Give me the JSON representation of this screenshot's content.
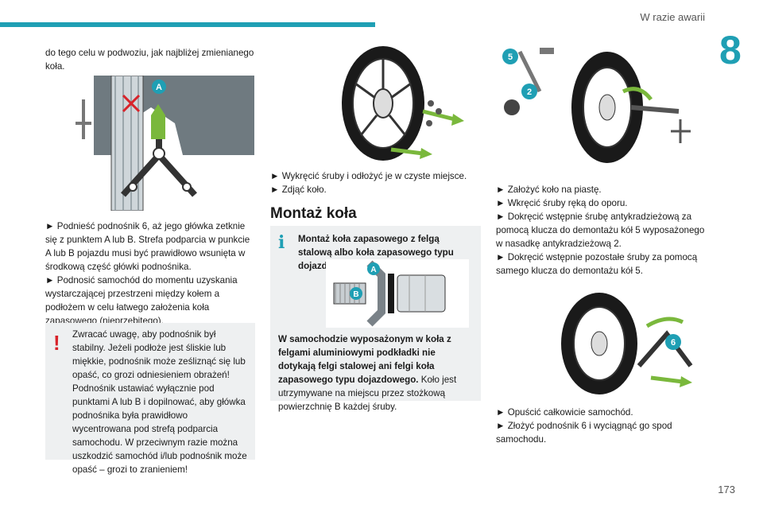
{
  "header": {
    "title": "W razie awarii",
    "chapter": "8",
    "page_number": "173"
  },
  "col1": {
    "intro": "do tego celu w podwoziu, jak najbliżej zmienianego koła.",
    "step1": "Podnieść podnośnik 6, aż jego główka zetknie się z punktem A lub B. Strefa podparcia w punkcie A lub B pojazdu musi być prawidłowo wsunięta w środkową część główki podnośnika.",
    "step2": "Podnosić samochód do momentu uzyskania wystarczającej przestrzeni między kołem a podłożem w celu łatwego założenia koła zapasowego (nieprzebitego).",
    "figure_labels": {
      "a": "A"
    }
  },
  "warning": {
    "icon": "!",
    "text1": "Zwracać uwagę, aby podnośnik był stabilny. Jeżeli podłoże jest śliskie lub miękkie, podnośnik może ześliznąć się lub opaść, co grozi odniesieniem obrażeń!",
    "text2": "Podnośnik ustawiać wyłącznie pod punktami A lub B i dopilnować, aby główka podnośnika była prawidłowo wycentrowana pod strefą podparcia samochodu. W przeciwnym razie można uszkodzić samochód i/lub podnośnik może opaść – grozi to zranieniem!"
  },
  "col2": {
    "step1": "Wykręcić śruby i odłożyć je w czyste miejsce.",
    "step2": "Zdjąć koło.",
    "heading": "Montaż koła"
  },
  "info": {
    "icon": "i",
    "subheading": "Montaż koła zapasowego z felgą stalową albo koła zapasowego typu dojazdowego",
    "body_bold": "W samochodzie wyposażonym w koła z felgami aluminiowymi podkładki nie dotykają felgi stalowej ani felgi koła zapasowego typu dojazdowego.",
    "body_rest": " Koło jest utrzymywane na miejscu przez stożkową powierzchnię B każdej śruby.",
    "figure_labels": {
      "a": "A",
      "b": "B"
    }
  },
  "col3": {
    "step1": "Założyć koło na piastę.",
    "step2": "Wkręcić śruby ręką do oporu.",
    "step3": "Dokręcić wstępnie śrubę antykradzieżową za pomocą klucza do demontażu kół 5 wyposażonego w nasadkę antykradzieżową 2.",
    "step4": "Dokręcić wstępnie pozostałe śruby za pomocą samego klucza do demontażu kół 5.",
    "step5": "Opuścić całkowicie samochód.",
    "step6": "Złożyć podnośnik 6 i wyciągnąć go spod samochodu.",
    "figure_labels": {
      "five": "5",
      "two": "2",
      "six": "6"
    }
  },
  "symbols": {
    "arrow": "►"
  },
  "colors": {
    "accent": "#1f9fb4",
    "warning": "#d8232a",
    "box_bg": "#eef0f1"
  }
}
